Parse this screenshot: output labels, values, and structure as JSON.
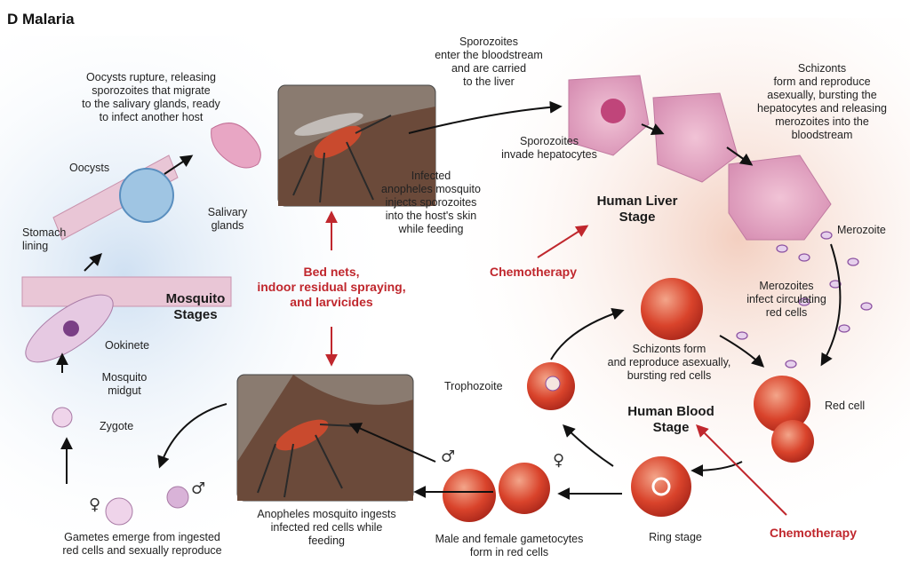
{
  "title": "D  Malaria",
  "labels": {
    "oocysts_rupture": "Oocysts rupture, releasing\nsporozoites that migrate\nto the salivary glands, ready\nto infect another host",
    "oocysts": "Oocysts",
    "stomach_lining": "Stomach\nlining",
    "salivary_glands": "Salivary\nglands",
    "mosquito_stages": "Mosquito\nStages",
    "ookinete": "Ookinete",
    "mosquito_midgut": "Mosquito\nmidgut",
    "zygote": "Zygote",
    "gametes": "Gametes emerge from ingested\nred cells and sexually reproduce",
    "sporozoites_enter": "Sporozoites\nenter the bloodstream\nand are carried\nto the liver",
    "sporozoites_invade": "Sporozoites\ninvade hepatocytes",
    "infected_mosquito": "Infected\nanopheles mosquito\ninjects sporozoites\ninto the host's skin\nwhile feeding",
    "human_liver_stage": "Human Liver\nStage",
    "schizonts_liver": "Schizonts\nform and reproduce\nasexually, bursting the\nhepatocytes and releasing\nmerozoites into the\nbloodstream",
    "merozoite": "Merozoite",
    "merozoites_infect": "Merozoites\ninfect circulating\nred cells",
    "chemo_top": "Chemotherapy",
    "bed_nets": "Bed nets,\nindoor residual spraying,\nand larvicides",
    "schizonts_blood": "Schizonts form\nand reproduce asexually,\nbursting red cells",
    "trophozoite": "Trophozoite",
    "human_blood_stage": "Human Blood\nStage",
    "red_cell": "Red cell",
    "mosquito_ingests": "Anopheles mosquito ingests\ninfected red cells while\nfeeding",
    "gametocytes": "Male and female gametocytes\nform in red cells",
    "ring_stage": "Ring stage",
    "chemo_bottom": "Chemotherapy",
    "male_symbol_1": "♂",
    "female_symbol_1": "♀",
    "male_symbol_2": "♂",
    "female_symbol_2": "♀"
  },
  "colors": {
    "mosquito_bg": "#dce9f6",
    "human_bg": "#f6ddd2",
    "red_text": "#c0272d",
    "red_cell": "#d9432b",
    "parasite_purple": "#8a4fa0"
  }
}
